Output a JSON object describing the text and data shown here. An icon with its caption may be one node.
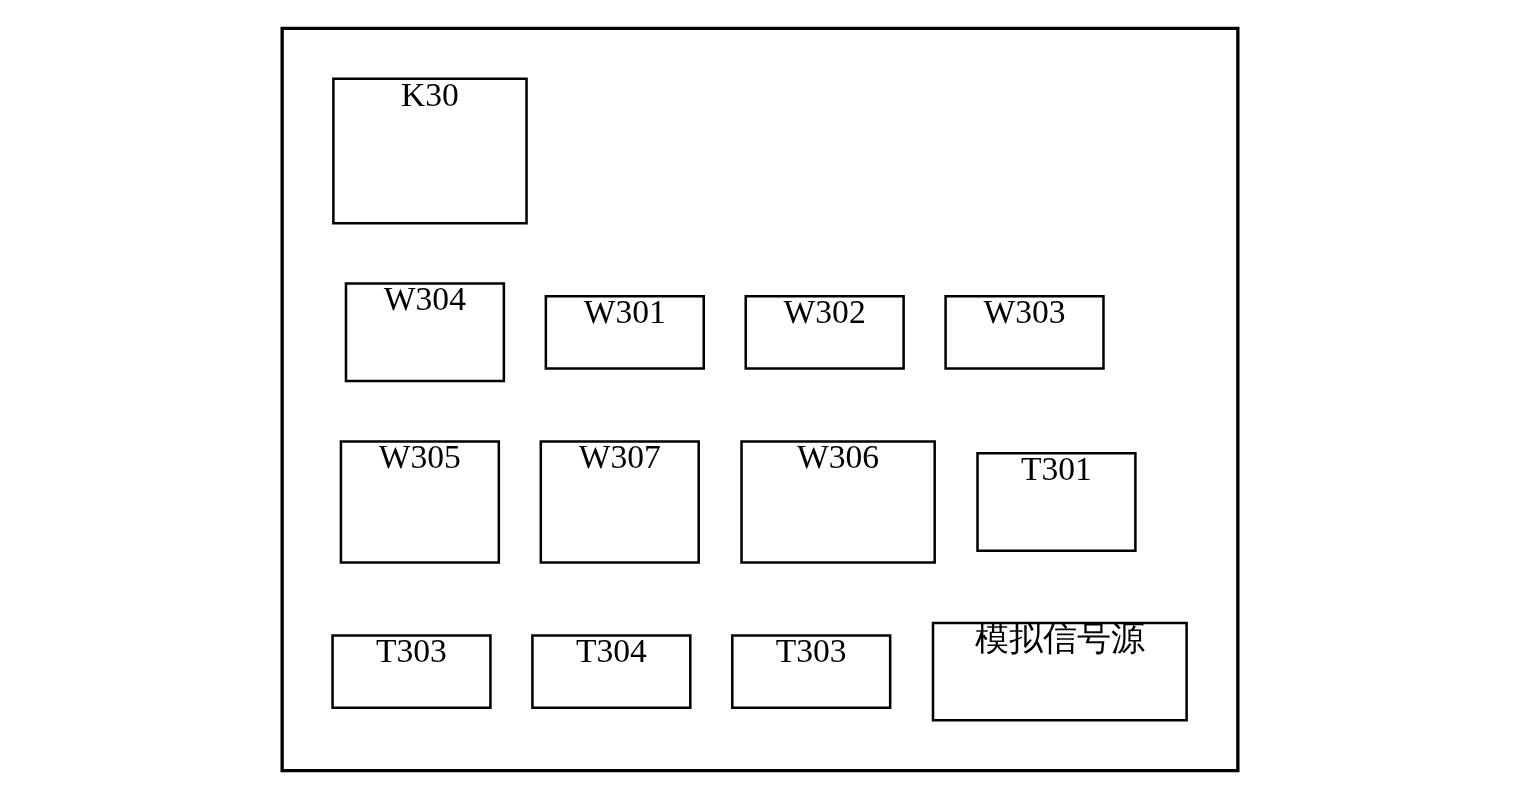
{
  "diagram": {
    "nodes": [
      {
        "text": [],
        "shape": "box"
      },
      {
        "text": [
          "K30"
        ],
        "in": 0
      },
      {
        "text": [
          "W304"
        ],
        "in": 0
      },
      {
        "text": [
          "W301"
        ],
        "in": 0
      },
      {
        "text": [
          "W302"
        ],
        "in": 0
      },
      {
        "text": [
          "W303"
        ],
        "in": 0
      },
      {
        "text": [
          "W305"
        ],
        "in": 0
      },
      {
        "text": [
          "W307"
        ],
        "in": 0
      },
      {
        "text": [
          "W306"
        ],
        "in": 0
      },
      {
        "text": [
          "T301"
        ],
        "in": 0
      },
      {
        "text": [
          "T303"
        ],
        "in": 0
      },
      {
        "text": [
          "T304"
        ],
        "in": 0
      },
      {
        "text": [
          "T303"
        ],
        "in": 0
      },
      {
        "text": [
          "模拟信号源"
        ],
        "in": 0
      }
    ],
    "edges": []
  }
}
